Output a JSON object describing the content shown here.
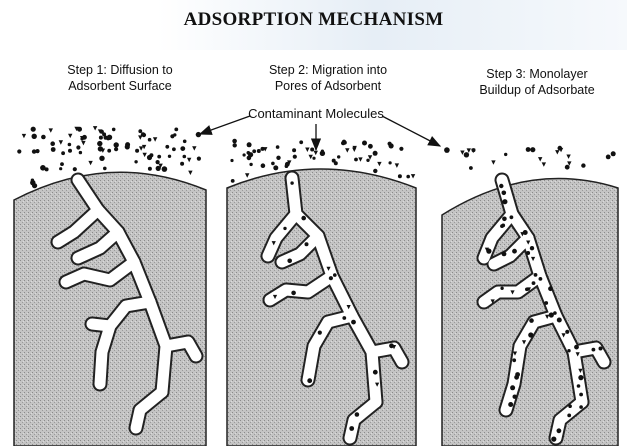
{
  "title": "ADSORPTION MECHANISM",
  "steps": [
    {
      "line1": "Step 1: Diffusion to",
      "line2": "Adsorbent Surface"
    },
    {
      "line1": "Step 2: Migration into",
      "line2": "Pores of Adsorbent"
    },
    {
      "line1": "Step 3: Monolayer",
      "line2": "Buildup of Adsorbate"
    }
  ],
  "callout": "Contaminant Molecules",
  "colors": {
    "adsorbent_fill": "#c4c4c4",
    "stipple": "#8a8a8a",
    "molecule": "#111111",
    "pore": "#ffffff",
    "title_band": "#e6eef6"
  }
}
